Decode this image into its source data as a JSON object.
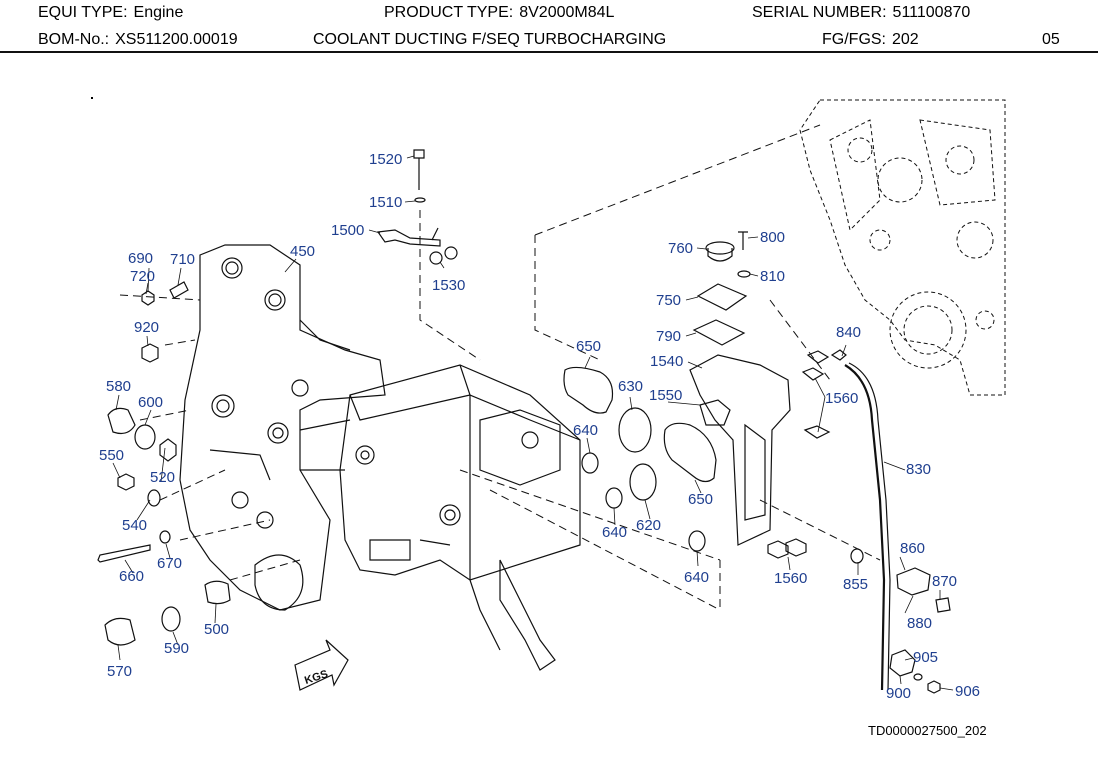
{
  "header": {
    "equi_type_label": "EQUI TYPE:",
    "equi_type_value": "Engine",
    "product_type_label": "PRODUCT TYPE:",
    "product_type_value": "8V2000M84L",
    "serial_number_label": "SERIAL NUMBER:",
    "serial_number_value": "511100870",
    "bom_label": "BOM-No.:",
    "bom_value": "XS511200.00019",
    "description": "COOLANT DUCTING F/SEQ TURBOCHARGING",
    "fg_label": "FG/FGS:",
    "fg_value": "202",
    "page": "05"
  },
  "diagram": {
    "drawing_id": "TD0000027500_202",
    "direction_mark": "KGS",
    "colors": {
      "callout": "#1f3f8f",
      "line": "#111111"
    },
    "callouts": [
      "1520",
      "1510",
      "1500",
      "1530",
      "450",
      "690",
      "710",
      "720",
      "920",
      "580",
      "600",
      "550",
      "520",
      "540",
      "660",
      "670",
      "500",
      "570",
      "590",
      "650",
      "630",
      "640",
      "1550",
      "650",
      "620",
      "640",
      "640",
      "760",
      "800",
      "810",
      "750",
      "790",
      "1540",
      "840",
      "1560",
      "830",
      "1560",
      "855",
      "860",
      "870",
      "880",
      "905",
      "900",
      "906"
    ]
  }
}
